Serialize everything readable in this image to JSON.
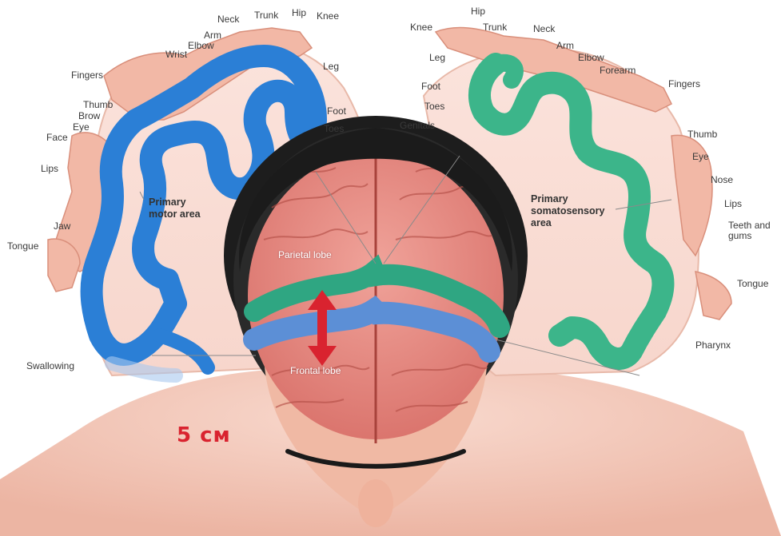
{
  "motor": {
    "title": "Primary\nmotor area",
    "labels": {
      "neck": "Neck",
      "trunk": "Trunk",
      "hip": "Hip",
      "knee": "Knee",
      "arm": "Arm",
      "elbow": "Elbow",
      "wrist": "Wrist",
      "leg": "Leg",
      "fingers": "Fingers",
      "foot": "Foot",
      "thumb": "Thumb",
      "brow": "Brow",
      "toes": "Toes",
      "eye": "Eye",
      "face": "Face",
      "lips": "Lips",
      "jaw": "Jaw",
      "tongue": "Tongue",
      "swallowing": "Swallowing"
    },
    "color": "#2b7fd6"
  },
  "sensory": {
    "title": "Primary\nsomatosensory\narea",
    "labels": {
      "hip": "Hip",
      "knee": "Knee",
      "trunk": "Trunk",
      "neck": "Neck",
      "arm": "Arm",
      "leg": "Leg",
      "elbow": "Elbow",
      "forearm": "Forearm",
      "foot": "Foot",
      "fingers": "Fingers",
      "toes": "Toes",
      "genitals": "Genitals",
      "thumb": "Thumb",
      "eye": "Eye",
      "nose": "Nose",
      "lips": "Lips",
      "teeth_gums": "Teeth and\ngums",
      "tongue": "Tongue",
      "pharynx": "Pharynx"
    },
    "color": "#3cb58a"
  },
  "brain": {
    "parietal": "Parietal lobe",
    "frontal": "Frontal lobe"
  },
  "measurement": "5 см",
  "arrow_color": "#d9232f"
}
